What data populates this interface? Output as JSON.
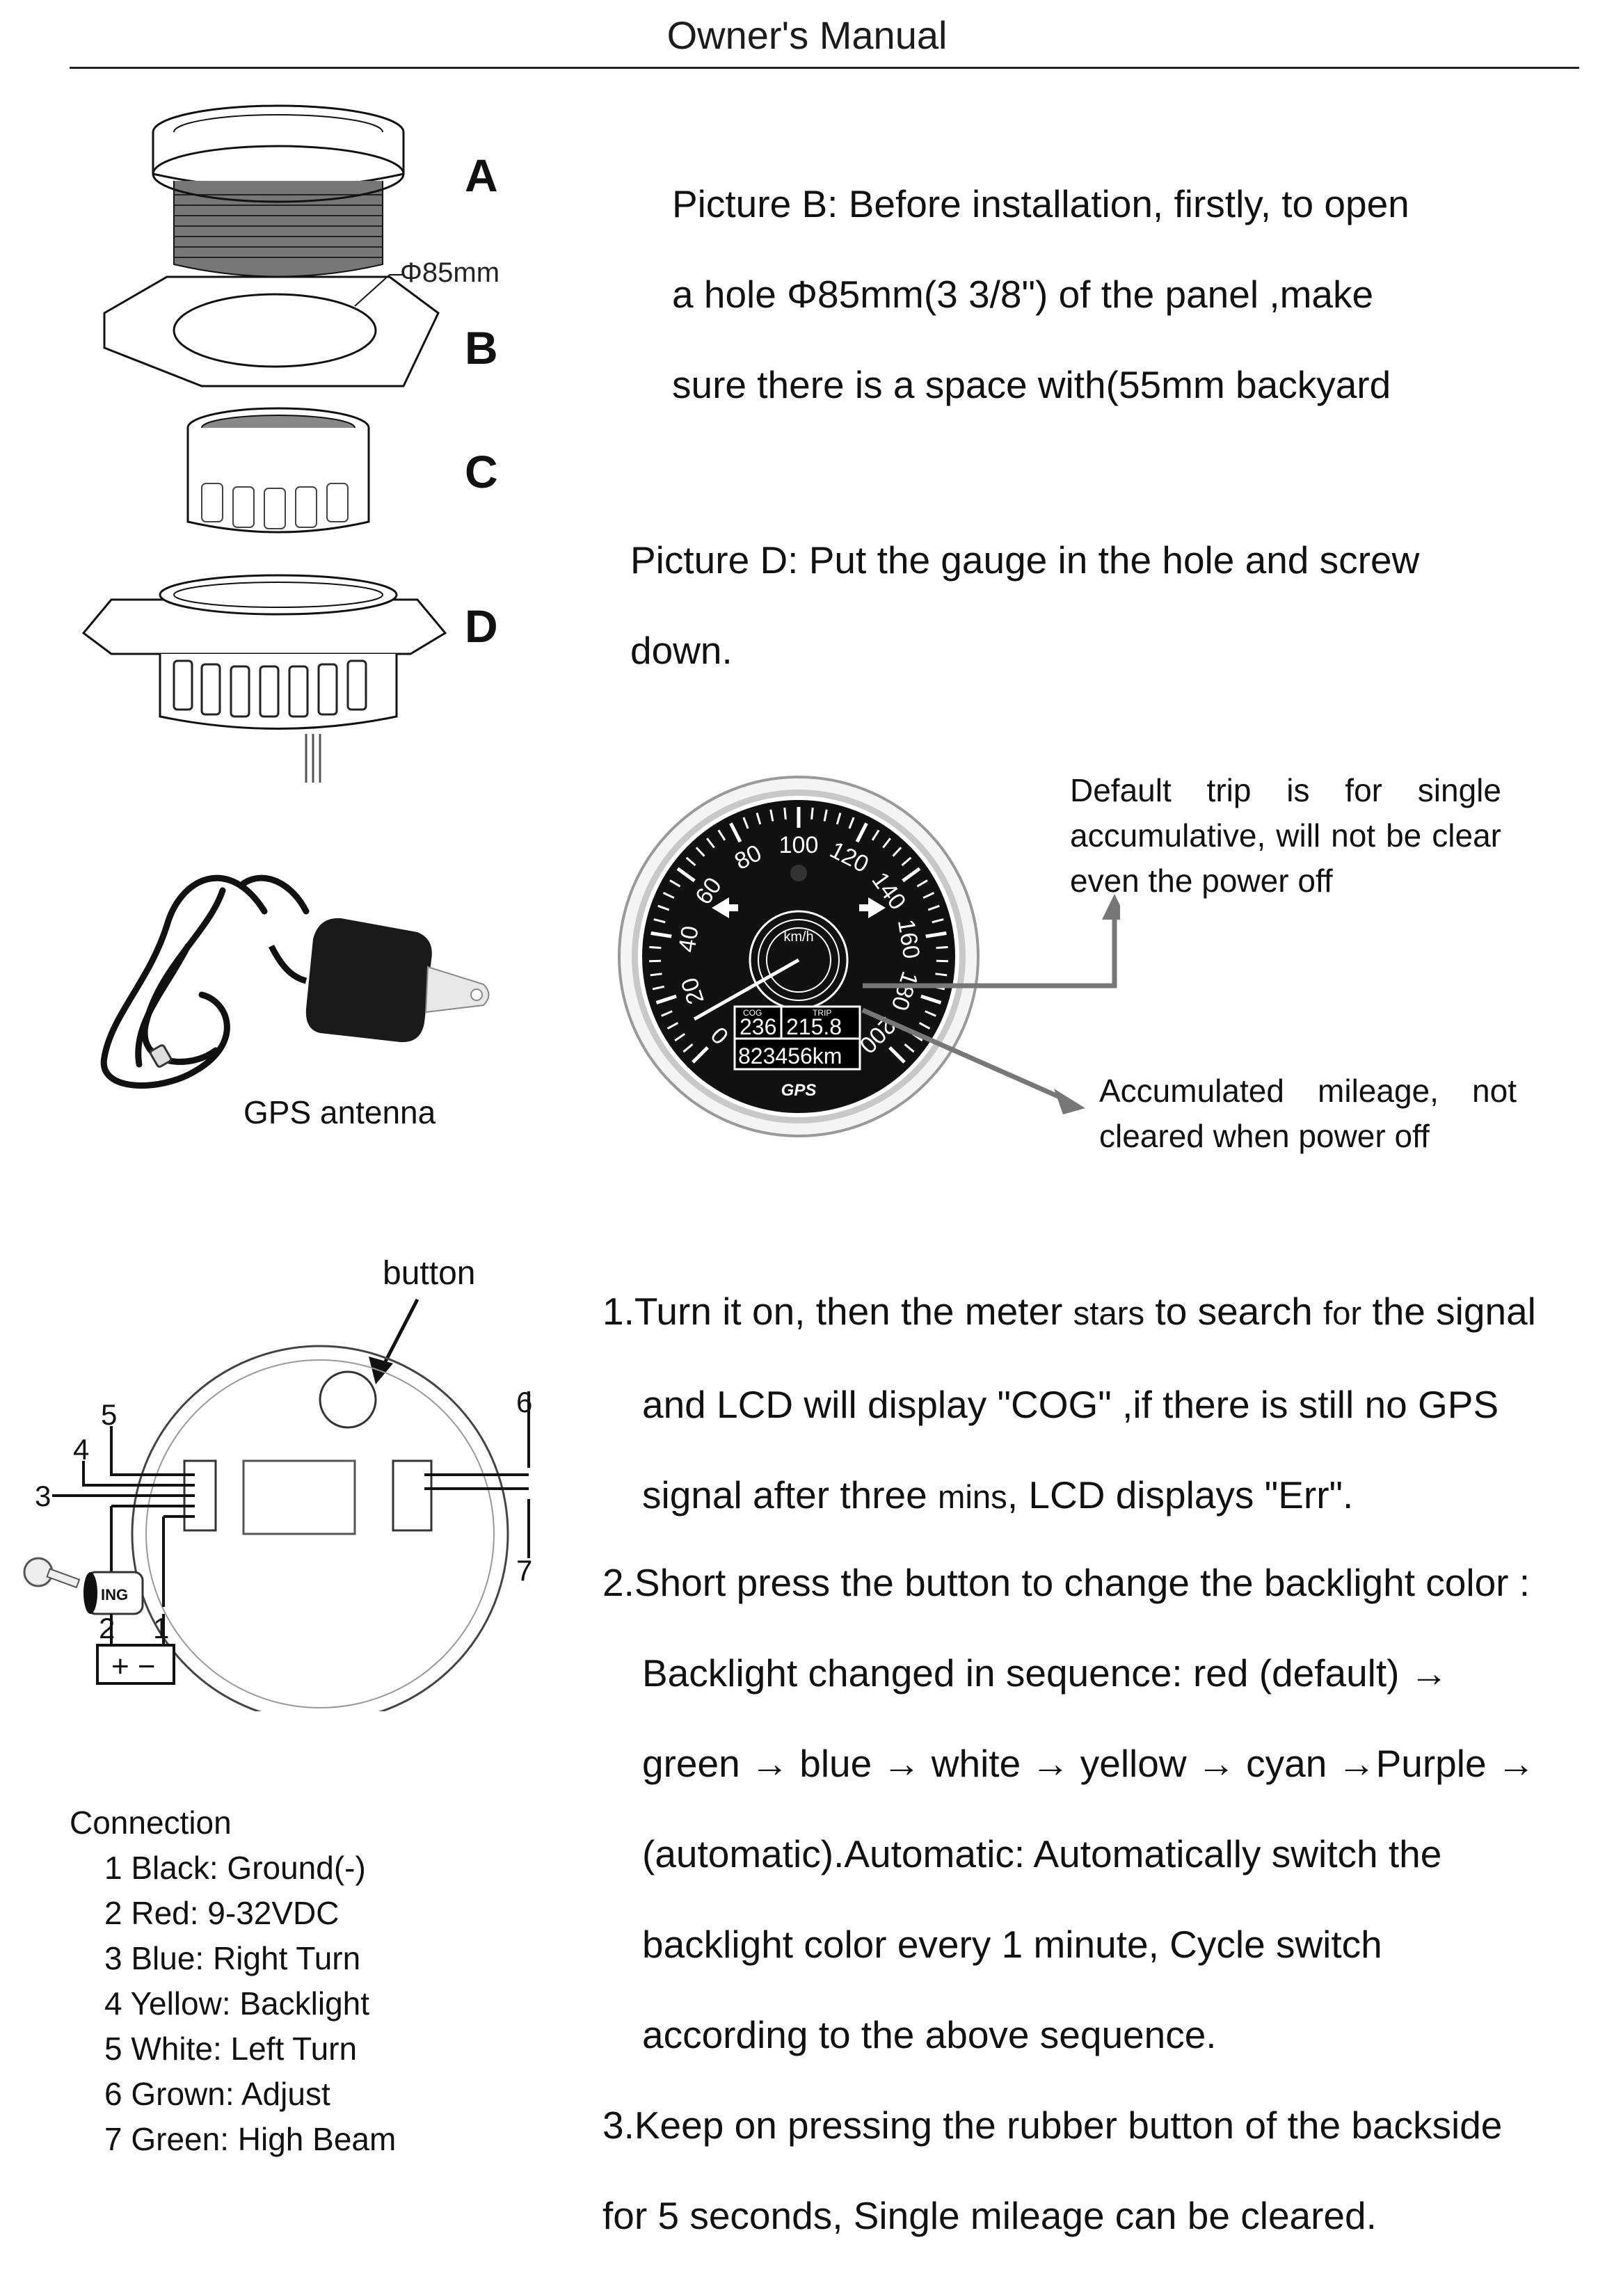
{
  "header": {
    "title": "Owner's Manual"
  },
  "parts": {
    "label_a": "A",
    "label_b": "B",
    "label_c": "C",
    "label_d": "D",
    "hole_dim": "Φ85mm"
  },
  "picture_b": {
    "lines": [
      "Picture B: Before installation, firstly, to open",
      "a hole Φ85mm(3 3/8\") of the panel ,make",
      "sure there is a space with(55mm backyard"
    ]
  },
  "picture_d": {
    "lines": [
      "Picture D: Put the gauge in the hole and screw",
      "down."
    ]
  },
  "antenna": {
    "caption": "GPS antenna"
  },
  "gauge": {
    "scale": [
      "0",
      "20",
      "40",
      "60",
      "80",
      "100",
      "120",
      "140",
      "160",
      "180",
      "200"
    ],
    "unit": "km/h",
    "cog_label": "COG",
    "trip_label": "TRIP",
    "cog_value": "236",
    "trip_value": "215.8",
    "odometer": "823456km",
    "brand": "GPS",
    "note_trip": "Default trip is for single accumulative, will not be clear even the power off",
    "note_mileage": "Accumulated mileage, not cleared when power off"
  },
  "wiring": {
    "button_label": "button",
    "ing_label": "ING",
    "battery_label": "+ −",
    "pins": [
      "1",
      "2",
      "3",
      "4",
      "5",
      "6",
      "7"
    ]
  },
  "connection": {
    "heading": "Connection",
    "items": [
      "1 Black: Ground(-)",
      "2 Red: 9-32VDC",
      "3 Blue: Right Turn",
      "4 Yellow: Backlight",
      "5 White: Left Turn",
      "6 Grown: Adjust",
      "7 Green: High Beam"
    ]
  },
  "instructions": {
    "step1": [
      "1.Turn it on, then the meter ",
      "stars",
      " to search ",
      "for",
      " the signal"
    ],
    "step1_lines": [
      "and LCD will display \"COG\" ,if there is still no GPS",
      "signal after three "
    ],
    "step1_small": "mins",
    "step1_tail": ", LCD displays \"Err\".",
    "step2": [
      "2.Short press the button to change the backlight color :",
      "Backlight changed in sequence: red (default) →",
      "green → blue → white → yellow → cyan →Purple →",
      "(automatic).Automatic: Automatically switch the",
      "backlight color every 1 minute, Cycle switch",
      "according to the above sequence."
    ],
    "step3": [
      "3.Keep on pressing the rubber button of the backside",
      "for 5 seconds, Single mileage can be cleared."
    ]
  }
}
